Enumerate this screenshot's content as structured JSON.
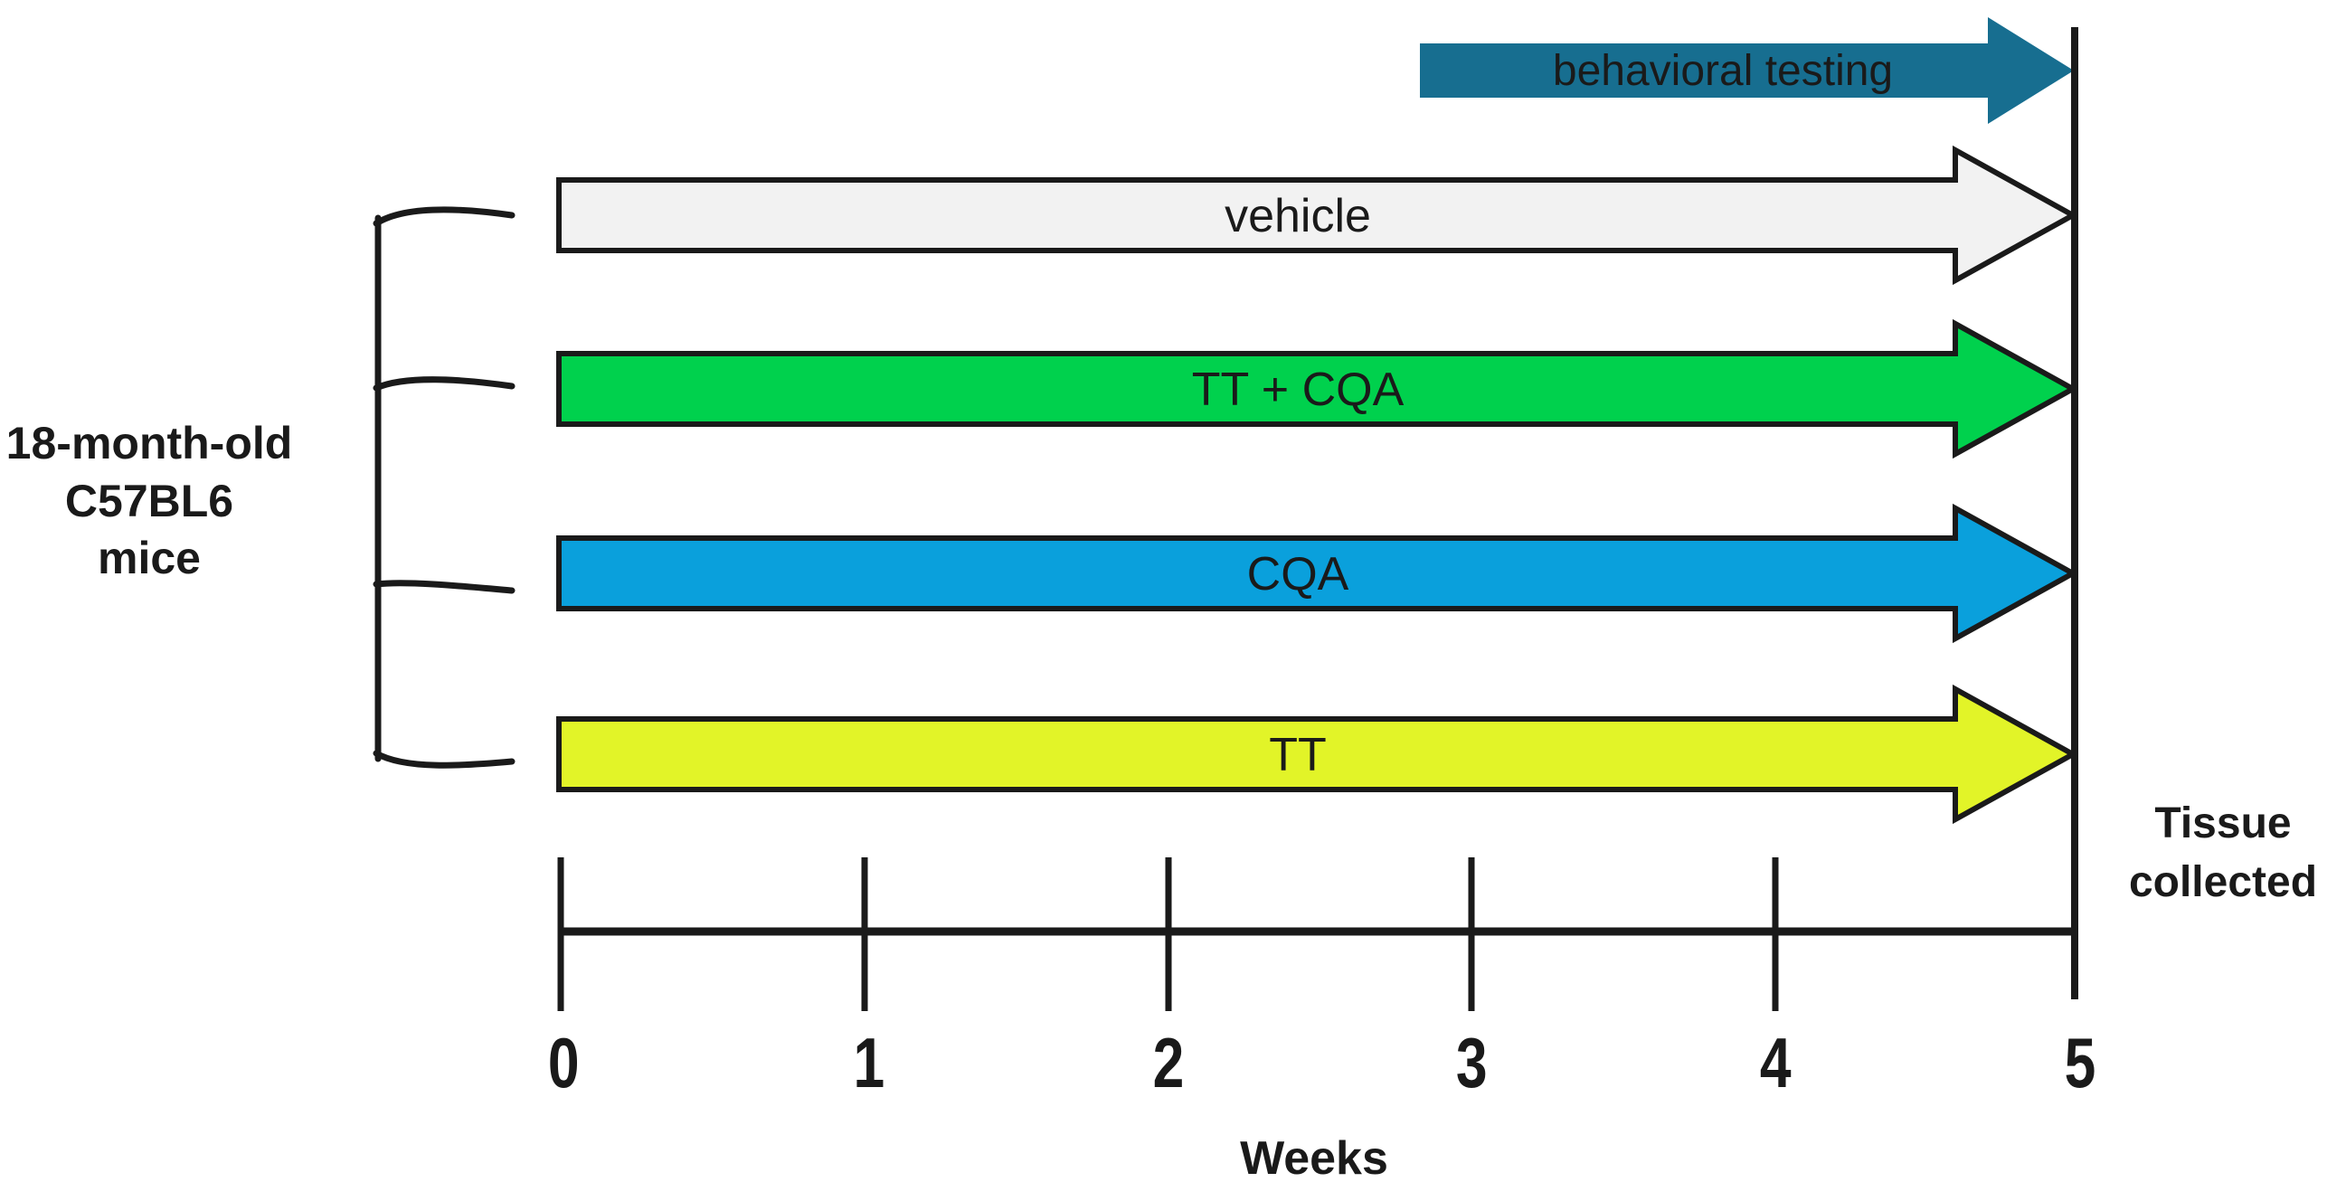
{
  "cohort": {
    "line1": "18-month-old",
    "line2": "C57BL6",
    "line3": "mice"
  },
  "behavioral_arrow": {
    "label": "behavioral testing",
    "fill": "#176E90",
    "text_color": "#FFFFFF"
  },
  "treatment_arrows": [
    {
      "label": "vehicle",
      "fill": "#F2F2F2"
    },
    {
      "label": "TT + CQA",
      "fill": "#00D14D"
    },
    {
      "label": "CQA",
      "fill": "#0AA0DC"
    },
    {
      "label": "TT",
      "fill": "#E2F428"
    }
  ],
  "axis": {
    "ticks": [
      "0",
      "1",
      "2",
      "3",
      "4",
      "5"
    ],
    "label": "Weeks"
  },
  "endpoint": {
    "line1": "Tissue",
    "line2": "collected"
  },
  "colors": {
    "outline": "#1A1A1A"
  }
}
